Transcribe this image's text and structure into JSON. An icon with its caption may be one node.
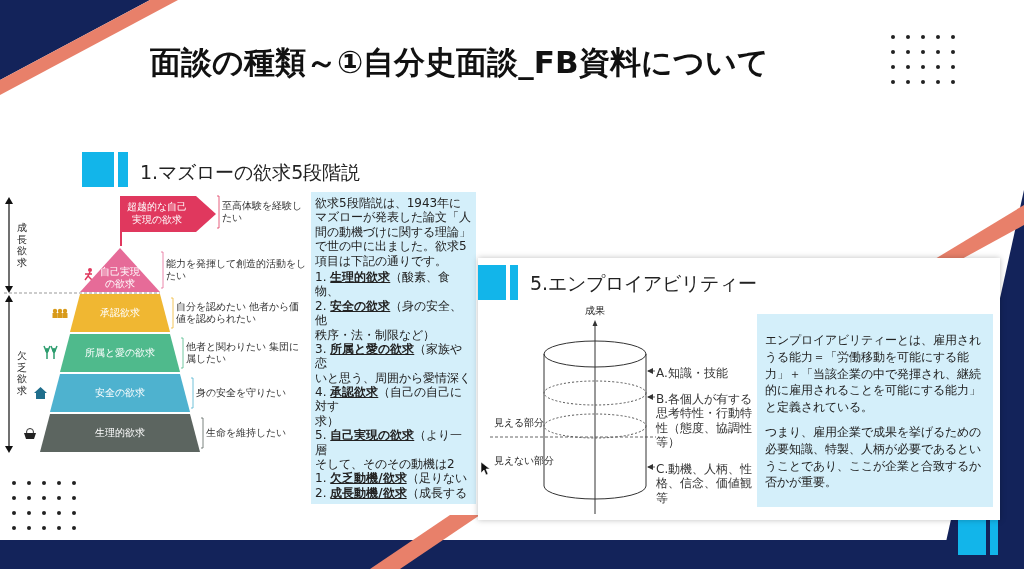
{
  "diagram": {
    "title": "面談の種類～①自分史面談_FB資料について",
    "nodes": [
      {
        "text": [
          "超越的な自己実現の欲求"
        ],
        "beside": [
          "至高体験を経験したい"
        ]
      },
      {
        "text": [
          "自己実現の欲求"
        ],
        "beside": [
          "能力を発揮して創造的活動をしたい"
        ]
      },
      {
        "text": [
          "承認欲求"
        ],
        "beside": [
          "自分を認めたい 他者から価値を認められたい"
        ]
      },
      {
        "text": [
          "所属と愛の欲求"
        ],
        "beside": [
          "他者と関わりたい 集団に属したい"
        ]
      },
      {
        "text": [
          "安全の欲求"
        ],
        "beside": [
          "身の安全を守りたい"
        ]
      },
      {
        "text": [
          "生理的欲求"
        ],
        "beside": [
          "生命を維持したい"
        ]
      },
      {
        "text": [
          "欲求5段階説は、1943年にマズローが発表した論文「人間の動機づけに関する理論」で世の中に出ました。欲求5項目は下記の通りです。",
          "1. **生理的欲求**（酸素、食物、",
          "2. **安全の欲求**（身の安全、他",
          "秩序・法・制限など）",
          "3. **所属と愛の欲求**（家族や恋",
          "いと思う、周囲から愛情深く",
          "4. **承認欲求**（自己の自己に対す",
          "求）",
          "5. **自己実現の欲求**（より一層",
          "そして、そのその動機は2",
          "1. **欠乏動機/欲求**（足りない",
          "2. **成長動機/欲求**（成長する"
        ]
      },
      {
        "text": [
          "5.エンプロイアビリティー"
        ]
      },
      {
        "text": [],
        "shape": "cylinder",
        "in": 7
      },
      {
        "text": [
          "A.知識・技能"
        ],
        "in": 7
      },
      {
        "text": [
          "B.各個人が有する思考特性・行動特性（態度、協調性等）"
        ],
        "in": 7
      },
      {
        "text": [
          "C.動機、人柄、性格、信念、価値観等"
        ],
        "in": 7
      },
      {
        "text": [
          "エンプロイアビリティーとは、雇用されうる能力＝「労働移動を可能にする能力」＋「当該企業の中で発揮され、継続的に雇用されることを可能にする能力」と定義されている。",
          "つまり、雇用企業で成果を挙げるための必要知識、特製、人柄が必要であるということであり、ここが企業と合致するか否かが重要。"
        ],
        "in": 7
      }
    ],
    "edges": [
      {
        "from": 9,
        "to": 8,
        "arrow": "to"
      },
      {
        "from": 10,
        "to": 8,
        "arrow": "to"
      },
      {
        "from": 11,
        "to": 8,
        "arrow": "to"
      }
    ],
    "labels": [
      "1.マズローの欲求5段階説",
      "成長欲求",
      "欠乏欲求",
      "成果",
      "見える部分",
      "見えない部分"
    ]
  }
}
